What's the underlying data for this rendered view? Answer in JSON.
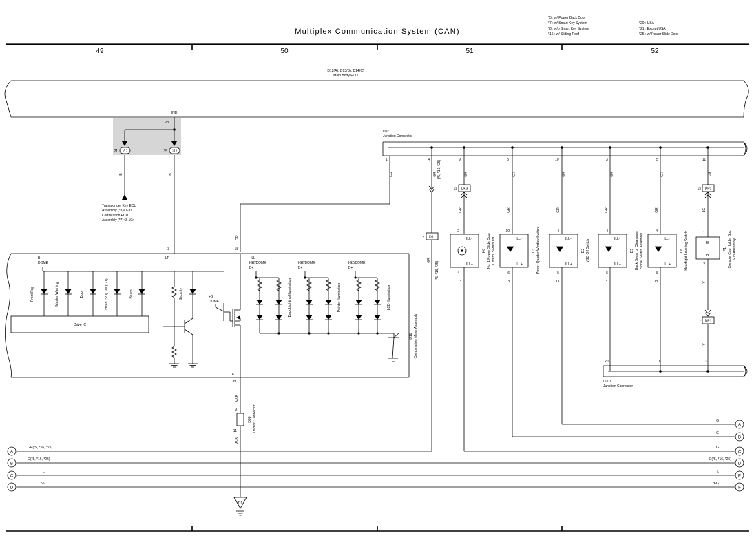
{
  "header": {
    "title": "Multiplex Communication System (CAN)",
    "notes_left": [
      "*5 : w/ Power Back Door",
      "*7 : w/ Smart Key System",
      "*8 : w/o Smart Key System",
      "*16 : w/ Sliding Roof"
    ],
    "notes_right": [
      "*20 : USA",
      "*21 : Except USA",
      "*25 : w/ Power Slide Door"
    ],
    "columns": [
      "49",
      "50",
      "51",
      "52"
    ]
  },
  "ecu": {
    "label1": "D12(A), D13(B), D14(C)",
    "label2": "Main Body ECU"
  },
  "ind": {
    "label": "IND",
    "pin": "23",
    "conn_left_pin": "21",
    "conn_left_code": "2D",
    "conn_right_pin": "35",
    "conn_right_code": "2D",
    "wire_left": "B",
    "wire_right": "B"
  },
  "transponder": [
    "Transponder Key ECU",
    "Assembly (*8)<7-3>",
    "Certification ECU",
    "Assembly (*7)<3-10>"
  ],
  "j97": {
    "label1": "D97",
    "label2": "Junction Connector"
  },
  "j101": {
    "label1": "D101",
    "label2": "Junction Connector"
  },
  "meter": {
    "pin_lp_num": "3",
    "pin_lp": "LP",
    "pin_ill_num": "18",
    "pin_ill": "ILL-",
    "gr": "GR",
    "bplus": "B+",
    "dome": "DOME",
    "ig2dome": "IG2/DOME",
    "drive_ic": "Drive IC",
    "lamps": [
      "Front Fog",
      "Master Warning",
      "Door",
      "Head (*20) Tail (*21)",
      "Beam",
      "Security"
    ],
    "groups": [
      "Back Lighting Illumination",
      "Pointer Illumination",
      "LCD Illumination"
    ],
    "plusb": "+B",
    "e1": "E1",
    "pin39": "39",
    "label1": "D18",
    "label2": "Combination Meter Assembly"
  },
  "d98": {
    "wire_top": "W-B",
    "pin_top": "9",
    "pin_bottom": "11",
    "label1": "D98",
    "label2": "Junction Connector",
    "wire_bottom": "W-B"
  },
  "ground": "D1",
  "d11": {
    "pin": "2",
    "code": "D11"
  },
  "d97_pins": [
    "1",
    "4",
    "9",
    "8",
    "10",
    "3",
    "5",
    "11"
  ],
  "wires_top": [
    "GR",
    "GR",
    "GR",
    "GR",
    "GR",
    "GR",
    "GR",
    "LG"
  ],
  "gr_note": "(*5, *16, *25)",
  "dk3": {
    "pin": "13",
    "code": "DK3"
  },
  "dp1_top": {
    "pin": "13",
    "code": "DP1"
  },
  "dp1_bottom": {
    "pin": "7",
    "code": "DP1"
  },
  "lg2": "LG",
  "switches": [
    {
      "pin_top": "2",
      "pin_bottom": "4",
      "t1": "ILL-",
      "t2": "ILL+",
      "wire": "G",
      "label1": "K6",
      "label2": "No. 1 Power Slide Door",
      "label3": "Control Switch LH"
    },
    {
      "pin_top": "10",
      "pin_bottom": "6",
      "t1": "ILL-",
      "t2": "ILL+",
      "wire": "G",
      "label1": "D3",
      "label2": "Power Quarter Window Switch",
      "label3": ""
    },
    {
      "pin_top": "4",
      "pin_bottom": "5",
      "t1": "ILL-",
      "t2": "ILL+",
      "wire": "G",
      "label1": "D2",
      "label2": "VSC Off Switch",
      "label3": ""
    },
    {
      "pin_top": "4",
      "pin_bottom": "5",
      "t1": "ILL-",
      "t2": "ILL+",
      "wire": "G",
      "label1": "D5",
      "label2": "Back Sonar or Clearance",
      "label3": "Sonar Switch Assembly"
    },
    {
      "pin_top": "4",
      "pin_bottom": "3",
      "t1": "ILL-",
      "t2": "ILL+",
      "wire": "G",
      "label1": "D6",
      "label2": "Headlight Leveling Switch",
      "label3": ""
    },
    {
      "pin_top": "1",
      "pin_bottom": "2",
      "t1": "E",
      "t2": "B",
      "wire": "Y",
      "label1": "P1",
      "label2": "Console Cup Holder Box",
      "label3": "Sub-Assembly"
    }
  ],
  "y_bottom": "Y",
  "j101_pins": [
    "20",
    "18",
    "13"
  ],
  "bus_left": {
    "letters": [
      "A",
      "B",
      "C",
      "D"
    ],
    "labels": [
      "GR(*5, *16, *25)",
      "G(*5, *16, *25)",
      "L",
      "Y-G"
    ]
  },
  "bus_right": {
    "letters": [
      "A",
      "B",
      "C",
      "D",
      "E",
      "F"
    ],
    "labels": [
      "G",
      "G",
      "G",
      "G(*5, *16, *25)",
      "L",
      "Y-G"
    ]
  }
}
